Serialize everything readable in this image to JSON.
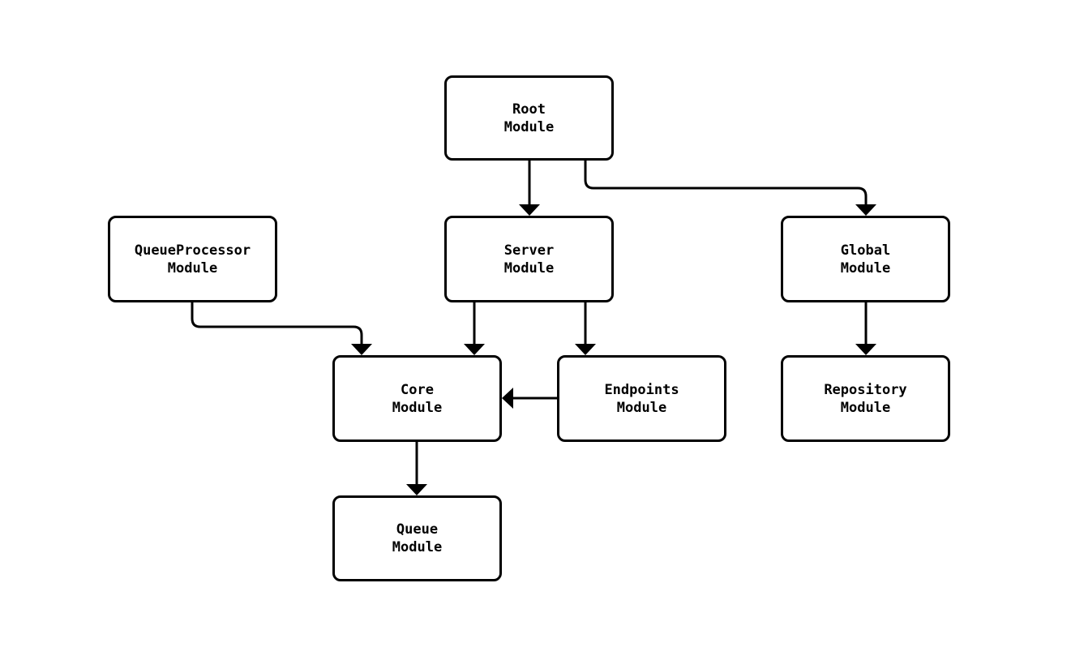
{
  "diagram": {
    "type": "flowchart",
    "direction": "top-down",
    "nodes": {
      "root": {
        "label": "Root\nModule"
      },
      "queue_processor": {
        "label": "QueueProcessor\nModule"
      },
      "server": {
        "label": "Server\nModule"
      },
      "global": {
        "label": "Global\nModule"
      },
      "core": {
        "label": "Core\nModule"
      },
      "endpoints": {
        "label": "Endpoints\nModule"
      },
      "repository": {
        "label": "Repository\nModule"
      },
      "queue": {
        "label": "Queue\nModule"
      }
    },
    "edges": [
      {
        "from": "Root Module",
        "to": "Server Module"
      },
      {
        "from": "Root Module",
        "to": "Global Module"
      },
      {
        "from": "QueueProcessor Module",
        "to": "Core Module"
      },
      {
        "from": "Server Module",
        "to": "Core Module"
      },
      {
        "from": "Server Module",
        "to": "Endpoints Module"
      },
      {
        "from": "Endpoints Module",
        "to": "Core Module"
      },
      {
        "from": "Global Module",
        "to": "Repository Module"
      },
      {
        "from": "Core Module",
        "to": "Queue Module"
      }
    ],
    "colors": {
      "background": "#ffffff",
      "node_fill": "#ffffff",
      "node_border": "#000000",
      "edge": "#000000",
      "text": "#000000"
    }
  }
}
